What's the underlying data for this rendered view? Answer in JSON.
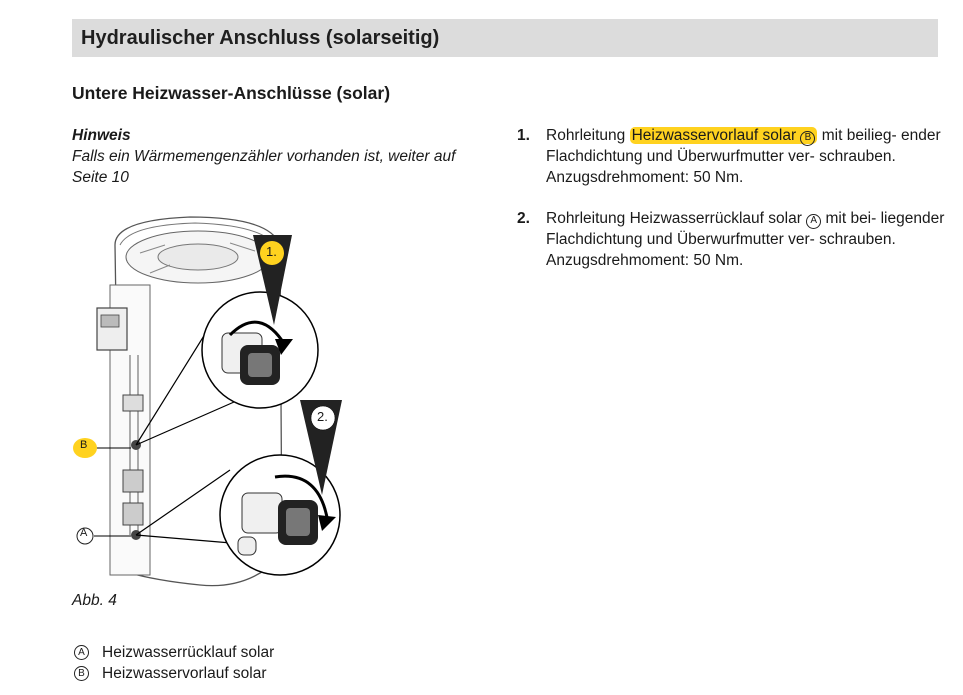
{
  "section": {
    "title": "Hydraulischer Anschluss (solarseitig)"
  },
  "subheading": "Untere Heizwasser-Anschlüsse (solar)",
  "note": {
    "title": "Hinweis",
    "text": "Falls ein Wärmemengenzähler vorhanden ist, weiter auf Seite 10"
  },
  "figure": {
    "caption": "Abb. 4",
    "callouts": {
      "step1": "1.",
      "step2": "2.",
      "label_b": "B",
      "label_a": "A"
    }
  },
  "legend": [
    {
      "letter": "A",
      "text": "Heizwasserrücklauf solar"
    },
    {
      "letter": "B",
      "text": "Heizwasservorlauf solar"
    }
  ],
  "steps": [
    {
      "number": "1.",
      "pre": "Rohrleitung ",
      "highlight": "Heizwasservorlauf solar",
      "letter": "B",
      "post_line1": " mit beilieg-",
      "rest": "ender Flachdichtung und Überwurfmutter ver- schrauben. Anzugsdrehmoment: 50 Nm."
    },
    {
      "number": "2.",
      "pre": "Rohrleitung Heizwasserrücklauf solar ",
      "letter": "A",
      "post_line1": " mit bei-",
      "rest": "liegender Flachdichtung und Überwurfmutter ver- schrauben. Anzugsdrehmoment: 50 Nm."
    }
  ],
  "colors": {
    "highlight": "#ffd21f",
    "section_bar": "#dcdcdc"
  }
}
